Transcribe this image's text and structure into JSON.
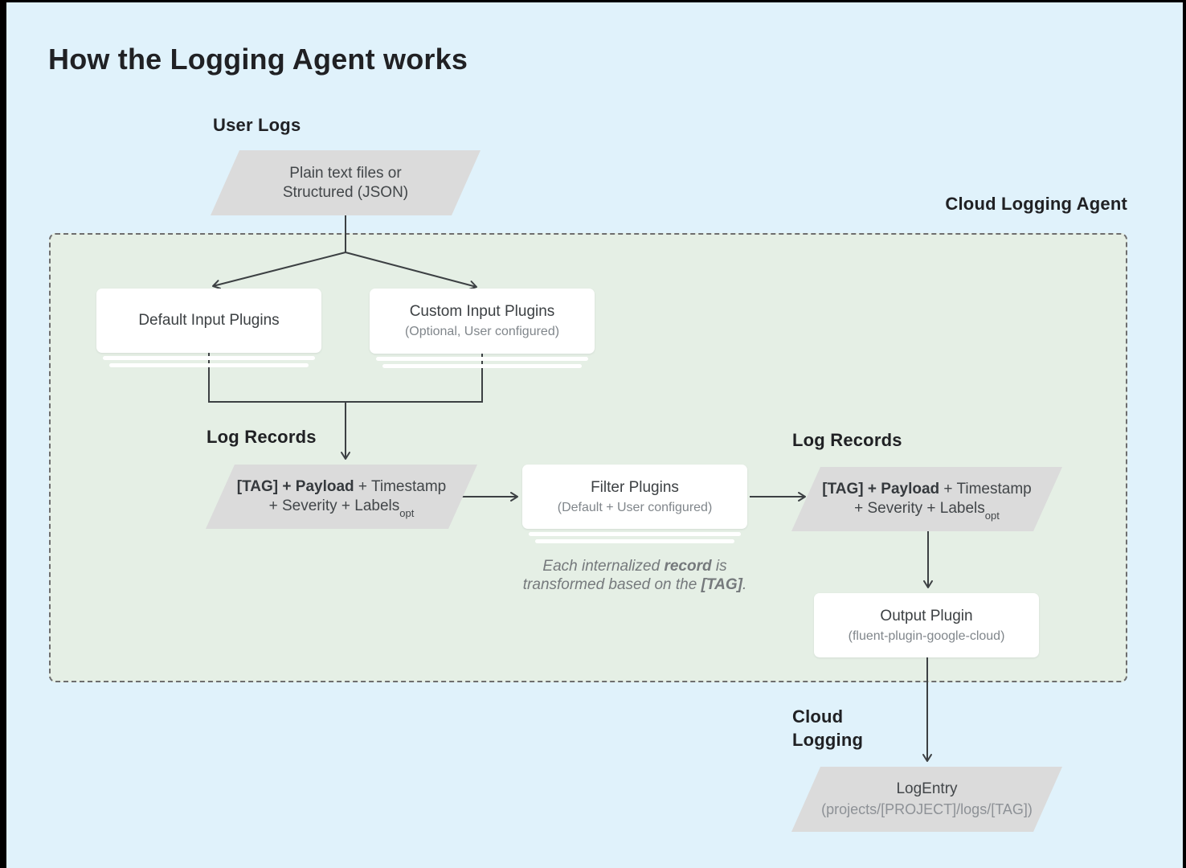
{
  "title": "How the Logging Agent works",
  "labels": {
    "user_logs": "User Logs",
    "cloud_logging_agent": "Cloud Logging Agent",
    "log_records_left": "Log Records",
    "log_records_right": "Log Records",
    "cloud_logging": {
      "line1": "Cloud",
      "line2": "Logging"
    }
  },
  "nodes": {
    "user_logs_source": {
      "line1": "Plain text files or",
      "line2": "Structured (JSON)"
    },
    "default_input_plugins": {
      "title": "Default Input Plugins"
    },
    "custom_input_plugins": {
      "title": "Custom Input Plugins",
      "subtitle": "(Optional, User configured)"
    },
    "log_record_left": {
      "line1_bold": "[TAG] + Payload",
      "line1_rest": " + Timestamp",
      "line2": "+ Severity + Labels",
      "line2_sub": "opt"
    },
    "filter_plugins": {
      "title": "Filter Plugins",
      "subtitle": "(Default + User configured)"
    },
    "log_record_right": {
      "line1_bold": "[TAG] + Payload",
      "line1_rest": " + Timestamp",
      "line2": "+ Severity + Labels",
      "line2_sub": "opt"
    },
    "output_plugin": {
      "title": "Output Plugin",
      "subtitle": "(fluent-plugin-google-cloud)"
    },
    "log_entry": {
      "title": "LogEntry",
      "subtitle": "(projects/[PROJECT]/logs/[TAG])"
    }
  },
  "note": {
    "line1_pre": "Each internalized ",
    "line1_bold": "record",
    "line1_post": " is",
    "line2_pre": "transformed based on the ",
    "line2_bold": "[TAG]",
    "line2_post": "."
  },
  "colors": {
    "page_background": "#e0f2fb",
    "agent_region_fill": "#e5efe5",
    "agent_region_border": "#6e6e6e",
    "node_fill": "#ffffff",
    "parallelogram_fill": "#dbdbdb",
    "arrow": "#3c4043",
    "text_primary": "#202124",
    "text_secondary": "#80868b",
    "note_text": "#75797c"
  }
}
